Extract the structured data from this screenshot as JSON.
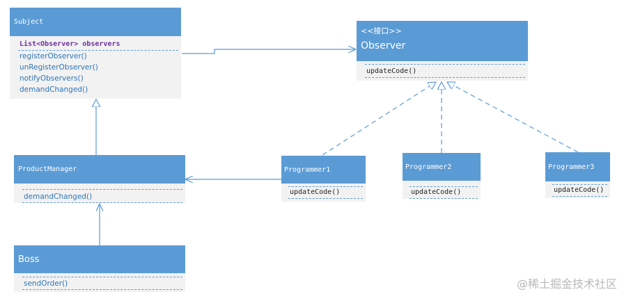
{
  "subject": {
    "title": "Subject",
    "field": "List<Observer> observers",
    "methods": [
      "registerObserver()",
      "unRegisterObserver()",
      "notifyObservers()",
      "demandChanged()"
    ]
  },
  "observer": {
    "stereotype": "<<接口>>",
    "title": "Observer",
    "method": "updateCode()"
  },
  "product_manager": {
    "title": "ProductManager",
    "method": "demandChanged()"
  },
  "boss": {
    "title": "Boss",
    "method": "sendOrder()"
  },
  "programmer1": {
    "title": "Programmer1",
    "method": "updateCode()"
  },
  "programmer2": {
    "title": "Programmer2",
    "method": "updateCode()"
  },
  "programmer3": {
    "title": "Programmer3",
    "method": "updateCode()"
  },
  "watermark": "@稀土掘金技术社区",
  "colors": {
    "header": "#5b9bd5",
    "body": "#f2f2f2",
    "line": "#5b9bd5",
    "method": "#2e75b6",
    "field": "#7030a0"
  }
}
